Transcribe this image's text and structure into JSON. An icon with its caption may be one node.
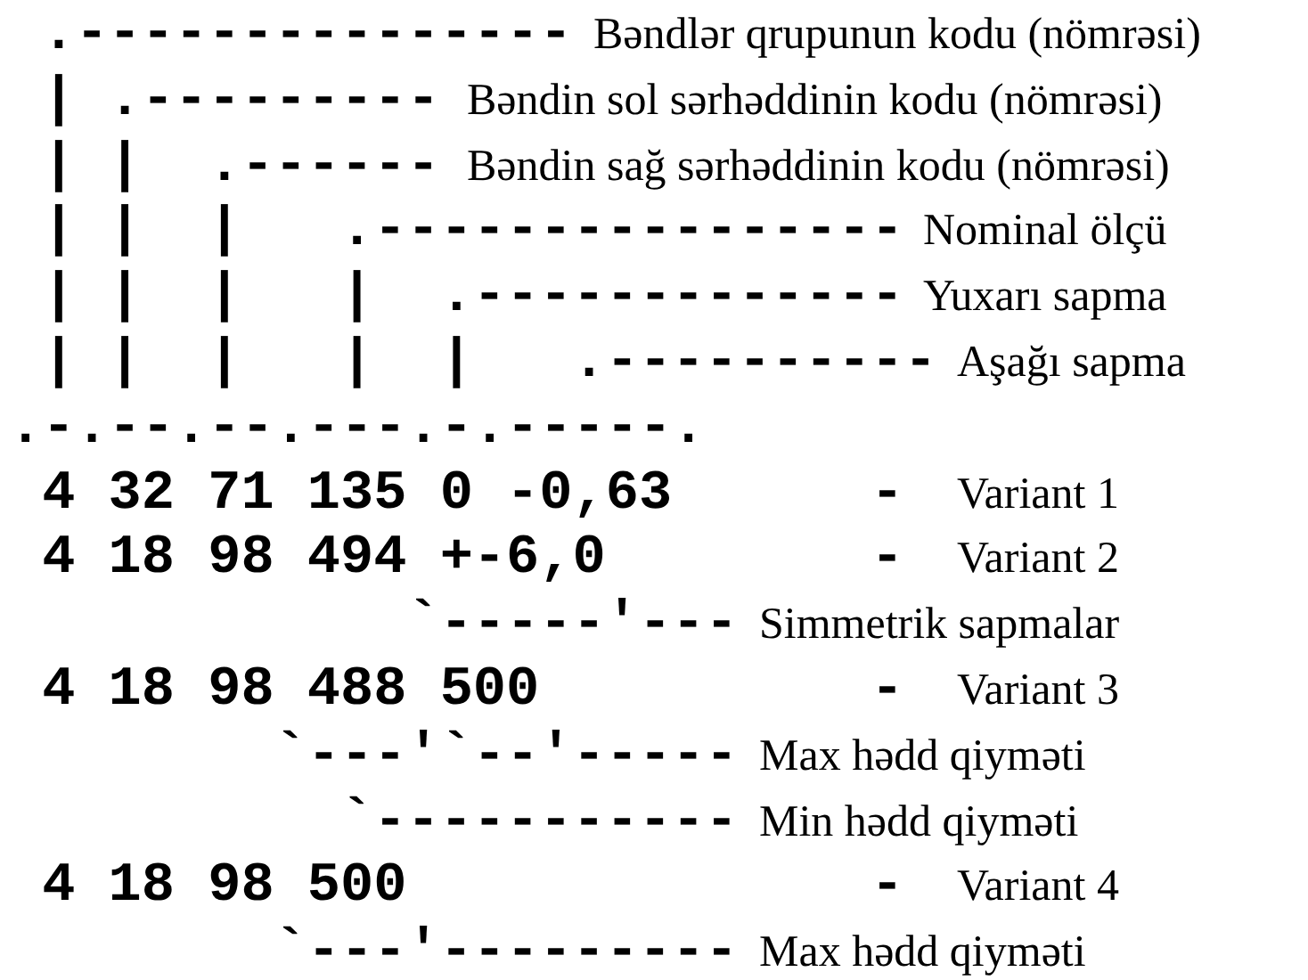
{
  "diagram": {
    "labels": [
      ".---------------",
      "Bəndlər qrupunun kodu (nömrəsi)",
      "| .---------",
      "Bəndin sol sərhəddinin kodu (nömrəsi)",
      "| |  .------",
      "Bəndin sağ sərhəddinin kodu (nömrəsi)",
      "| |  |   .----------------",
      "Nominal ölçü",
      "| |  |   |  .-------------",
      "Yuxarı sapma",
      "| |  |   |  |   .----------",
      "Aşağı sapma",
      ".-.--.--.---.-.-----.",
      "4 32 71 135 0 -0,63",
      "-",
      "Variant 1",
      "4 18 98 494 +-6,0",
      "-",
      "Variant 2",
      "`-----'---",
      "Simmetrik sapmalar",
      "4 18 98 488 500",
      "-",
      "Variant 3",
      "`---'`--'-----",
      "Max hədd qiyməti",
      "`-----------",
      "Min hədd qiyməti",
      "4 18 98 500",
      "-",
      "Variant 4",
      "`---'---------",
      "Max hədd qiyməti"
    ]
  }
}
